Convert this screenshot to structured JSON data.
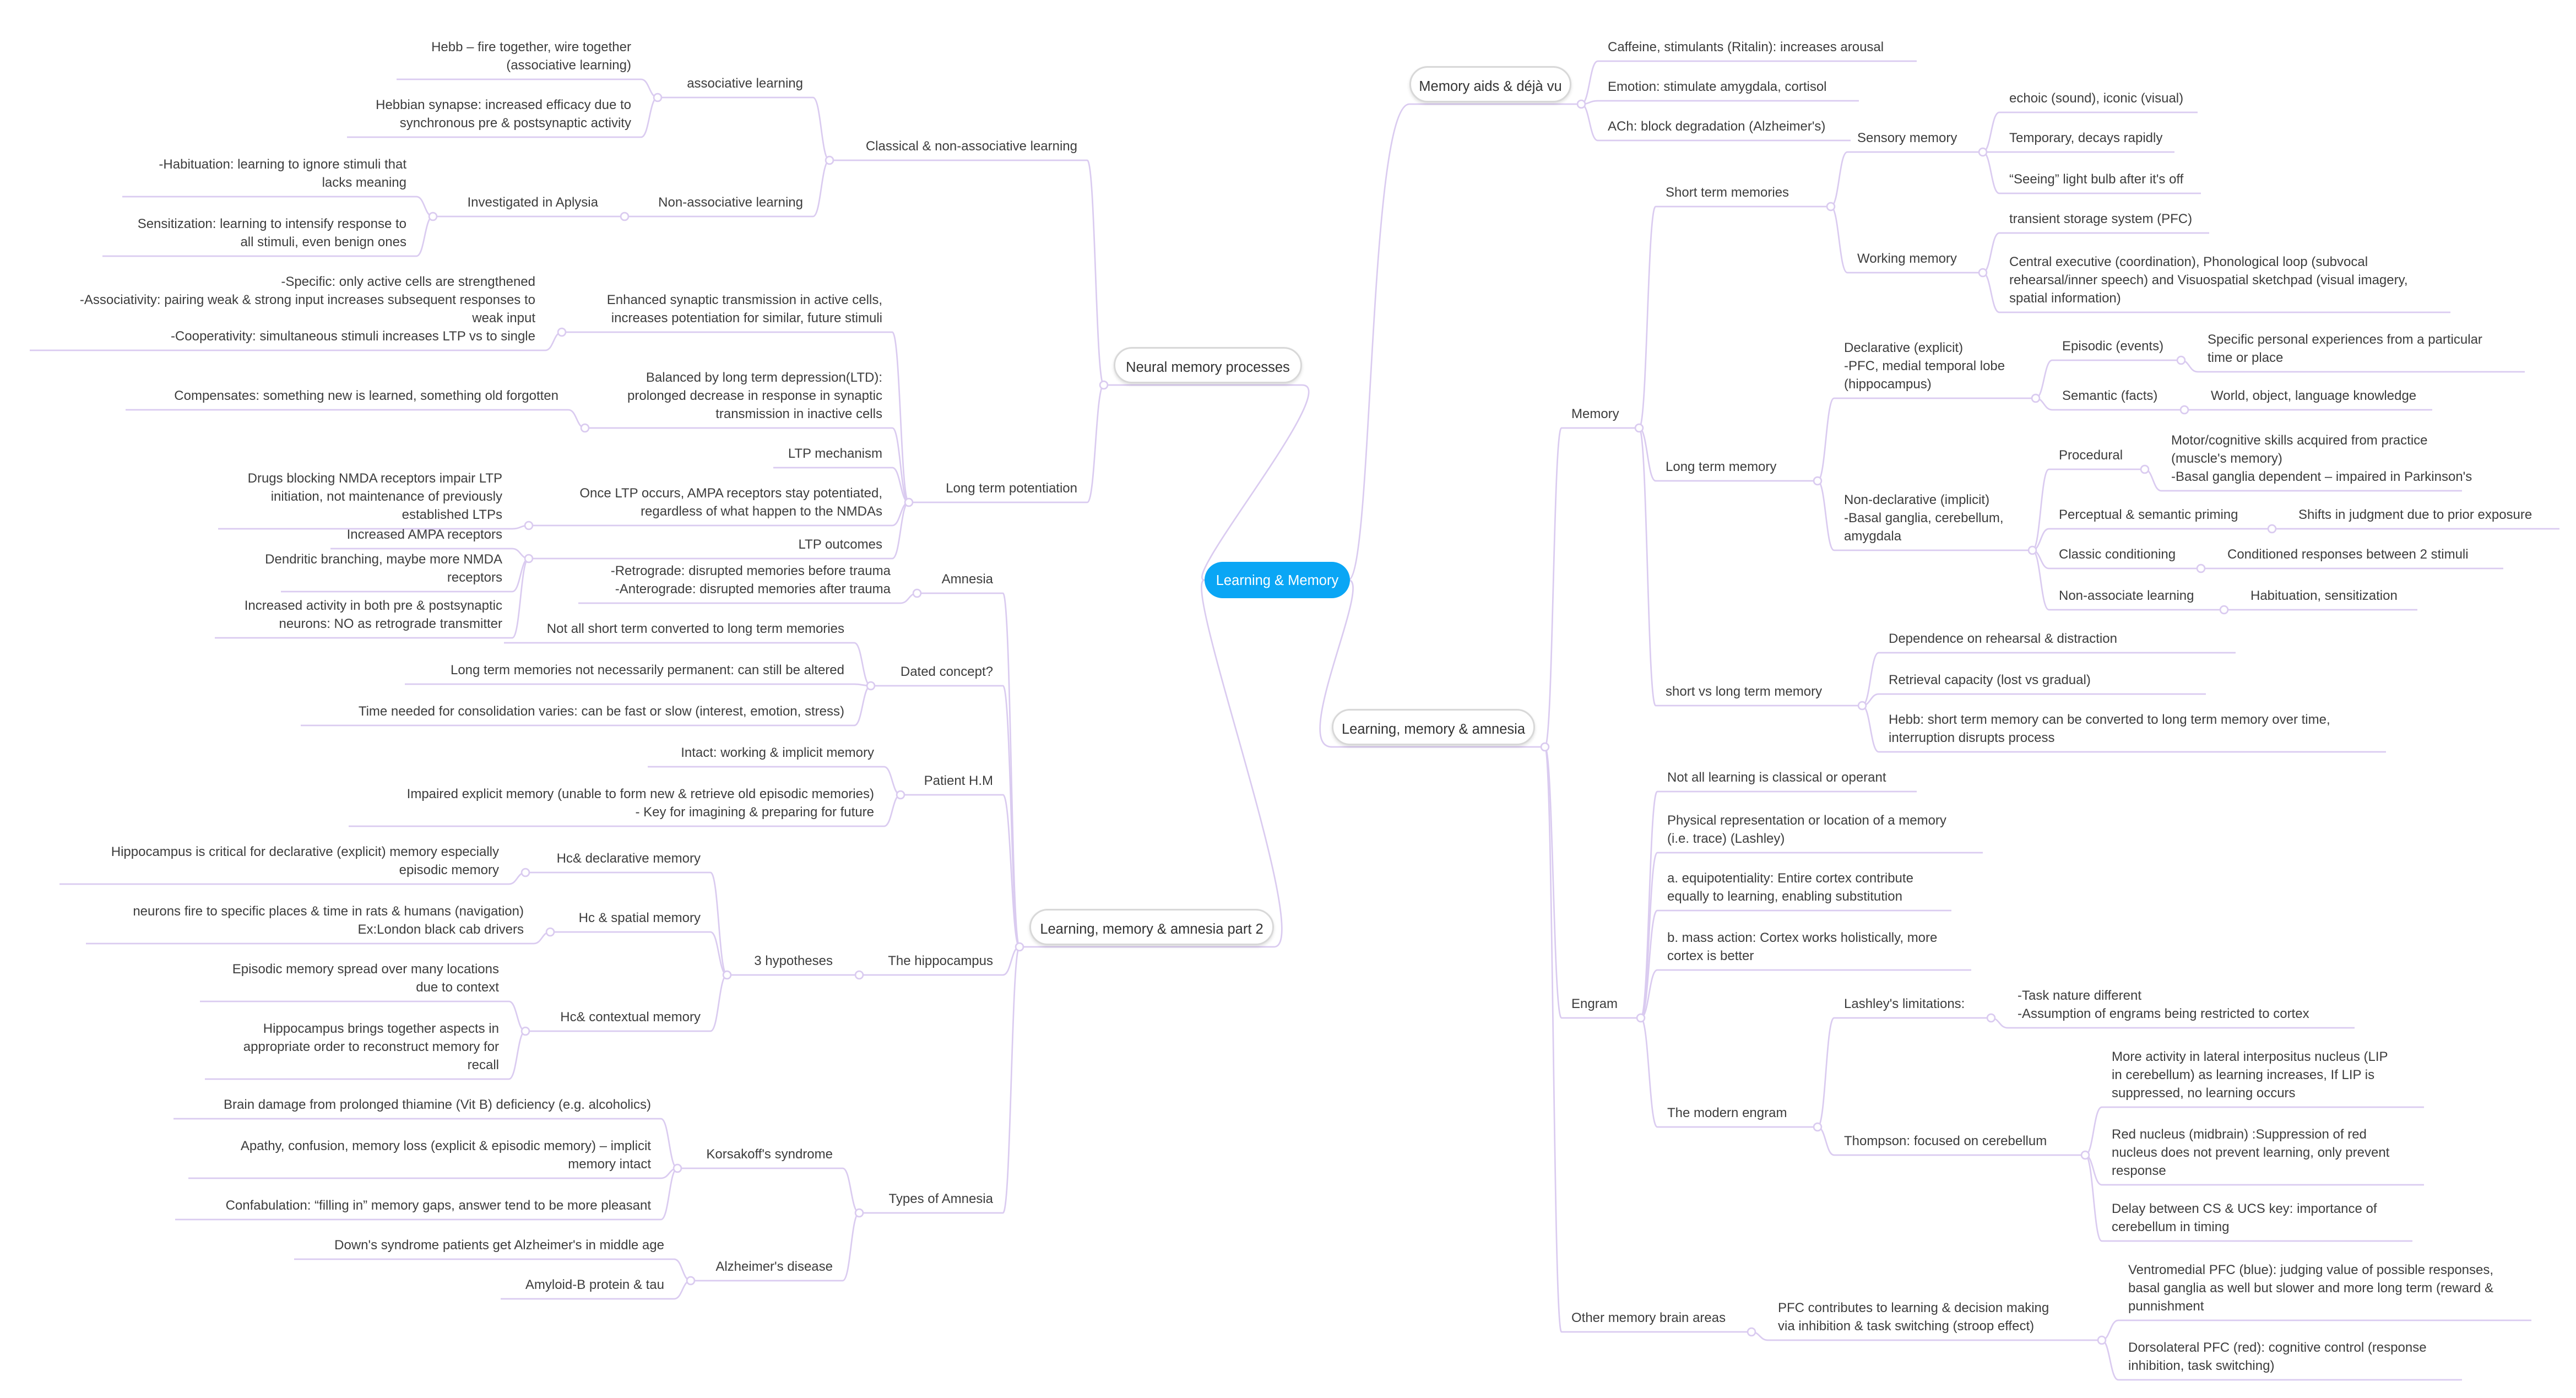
{
  "colors": {
    "center": "#0aa6f5",
    "line": "#dacbf0"
  },
  "map": {
    "center": "Learning & Memory",
    "branches": [
      {
        "label": "Memory aids & déjà vu",
        "children": [
          {
            "label": "Caffeine, stimulants (Ritalin): increases arousal"
          },
          {
            "label": "Emotion: stimulate amygdala, cortisol"
          },
          {
            "label": "ACh: block degradation (Alzheimer's)"
          }
        ]
      },
      {
        "label": "Learning, memory & amnesia",
        "children": [
          {
            "label": "Memory",
            "children": [
              {
                "label": "Short term memories",
                "children": [
                  {
                    "label": "Sensory memory",
                    "children": [
                      {
                        "label": "echoic (sound), iconic (visual)"
                      },
                      {
                        "label": "Temporary, decays rapidly"
                      },
                      {
                        "label": "“Seeing” light bulb after it's off"
                      }
                    ]
                  },
                  {
                    "label": "Working memory",
                    "children": [
                      {
                        "label": "transient storage system (PFC)"
                      },
                      {
                        "label": "Central executive (coordination), Phonological loop (subvocal\nrehearsal/inner speech) and Visuospatial sketchpad (visual imagery,\nspatial information)"
                      }
                    ]
                  }
                ]
              },
              {
                "label": "Long term memory",
                "children": [
                  {
                    "label": "Declarative (explicit)\n-PFC, medial temporal lobe\n(hippocampus)",
                    "children": [
                      {
                        "label": "Episodic (events)",
                        "children": [
                          {
                            "label": "Specific personal experiences from a particular\ntime or place"
                          }
                        ]
                      },
                      {
                        "label": "Semantic (facts)",
                        "children": [
                          {
                            "label": "World, object, language knowledge"
                          }
                        ]
                      }
                    ]
                  },
                  {
                    "label": "Non-declarative (implicit)\n-Basal ganglia, cerebellum,\namygdala",
                    "children": [
                      {
                        "label": "Procedural",
                        "children": [
                          {
                            "label": "Motor/cognitive skills acquired from practice\n(muscle's memory)\n-Basal ganglia dependent – impaired in Parkinson's"
                          }
                        ]
                      },
                      {
                        "label": "Perceptual & semantic priming",
                        "children": [
                          {
                            "label": "Shifts in judgment due to prior exposure"
                          }
                        ]
                      },
                      {
                        "label": "Classic conditioning",
                        "children": [
                          {
                            "label": "Conditioned responses between 2 stimuli"
                          }
                        ]
                      },
                      {
                        "label": "Non-associate learning",
                        "children": [
                          {
                            "label": "Habituation, sensitization"
                          }
                        ]
                      }
                    ]
                  }
                ]
              },
              {
                "label": "short vs long term memory",
                "children": [
                  {
                    "label": "Dependence on rehearsal & distraction"
                  },
                  {
                    "label": "Retrieval capacity (lost vs gradual)"
                  },
                  {
                    "label": "Hebb: short term memory can be converted to long term memory over time,\ninterruption disrupts process"
                  }
                ]
              }
            ]
          },
          {
            "label": "Engram",
            "children": [
              {
                "label": "Not all learning is classical or operant"
              },
              {
                "label": "Physical representation or location of a memory\n(i.e. trace) (Lashley)"
              },
              {
                "label": "a. equipotentiality: Entire cortex contribute\nequally to learning, enabling substitution"
              },
              {
                "label": "b. mass action: Cortex works holistically, more\ncortex is better"
              },
              {
                "label": "The modern engram",
                "children": [
                  {
                    "label": "Lashley's limitations:",
                    "children": [
                      {
                        "label": "-Task nature different\n-Assumption of engrams being restricted to cortex"
                      }
                    ]
                  },
                  {
                    "label": "Thompson: focused on cerebellum",
                    "children": [
                      {
                        "label": "More activity in lateral interpositus nucleus (LIP\nin cerebellum) as learning increases, If LIP is\nsuppressed, no learning occurs"
                      },
                      {
                        "label": "Red nucleus (midbrain) :Suppression of red\nnucleus does not prevent learning, only prevent\nresponse"
                      },
                      {
                        "label": "Delay between CS & UCS key: importance of\ncerebellum in timing"
                      }
                    ]
                  }
                ]
              }
            ]
          },
          {
            "label": "Other memory brain areas",
            "children": [
              {
                "label": "PFC contributes to learning & decision making\nvia inhibition & task switching (stroop effect)",
                "children": [
                  {
                    "label": "Ventromedial PFC (blue): judging value of possible responses,\nbasal ganglia as well but slower and more long term (reward &\npunnishment"
                  },
                  {
                    "label": "Dorsolateral PFC (red): cognitive control (response\ninhibition, task switching)"
                  }
                ]
              }
            ]
          }
        ]
      },
      {
        "label": "Neural memory processes",
        "children": [
          {
            "label": "Classical & non-associative learning",
            "children": [
              {
                "label": "associative learning",
                "children": [
                  {
                    "label": "Hebb – fire together, wire together\n(associative learning)"
                  },
                  {
                    "label": "Hebbian synapse: increased efficacy due to\nsynchronous pre & postsynaptic activity"
                  }
                ]
              },
              {
                "label": "Non-associative learning",
                "children": [
                  {
                    "label": "Investigated in Aplysia",
                    "children": [
                      {
                        "label": "-Habituation: learning to ignore stimuli that\nlacks meaning"
                      },
                      {
                        "label": "Sensitization: learning to intensify response to\nall stimuli, even benign ones"
                      }
                    ]
                  }
                ]
              }
            ]
          },
          {
            "label": "Long term potentiation",
            "children": [
              {
                "label": "Enhanced synaptic transmission in active cells,\nincreases potentiation for similar, future stimuli",
                "children": [
                  {
                    "label": "-Specific: only active cells are strengthened\n-Associativity: pairing weak & strong input increases subsequent responses to\nweak input\n-Cooperativity: simultaneous stimuli increases LTP vs to single"
                  }
                ]
              },
              {
                "label": "Balanced by long term depression(LTD):\nprolonged decrease in response in synaptic\ntransmission in inactive cells",
                "children": [
                  {
                    "label": "Compensates: something new is learned, something old forgotten"
                  }
                ]
              },
              {
                "label": "LTP mechanism"
              },
              {
                "label": "LTP outcomes",
                "children": [
                  {
                    "label": "Increased AMPA receptors"
                  },
                  {
                    "label": "Dendritic branching, maybe more NMDA\nreceptors"
                  },
                  {
                    "label": "Increased activity in both pre & postsynaptic\nneurons: NO as retrograde transmitter"
                  }
                ]
              },
              {
                "label": "Once LTP occurs, AMPA receptors stay potentiated,\nregardless of what happen to the NMDAs",
                "children": [
                  {
                    "label": "Drugs blocking NMDA receptors impair LTP\ninitiation, not maintenance of previously\nestablished LTPs"
                  }
                ]
              }
            ]
          }
        ]
      },
      {
        "label": "Learning, memory & amnesia part 2",
        "children": [
          {
            "label": "Amnesia",
            "children": [
              {
                "label": "-Retrograde: disrupted memories before trauma\n-Anterograde: disrupted memories after trauma"
              }
            ]
          },
          {
            "label": "Dated concept?",
            "children": [
              {
                "label": "Not all short term converted to long term memories"
              },
              {
                "label": "Long term memories not necessarily permanent: can still be altered"
              },
              {
                "label": "Time needed for consolidation varies: can be fast or slow (interest, emotion, stress)"
              }
            ]
          },
          {
            "label": "Patient H.M",
            "children": [
              {
                "label": "Intact: working & implicit memory"
              },
              {
                "label": "Impaired explicit memory (unable to form new & retrieve old episodic memories)\n- Key for imagining & preparing for future"
              }
            ]
          },
          {
            "label": "The hippocampus",
            "children": [
              {
                "label": "3 hypotheses",
                "children": [
                  {
                    "label": "Hc& declarative memory",
                    "children": [
                      {
                        "label": "Hippocampus is critical for declarative (explicit) memory especially\nepisodic memory"
                      }
                    ]
                  },
                  {
                    "label": "Hc & spatial memory",
                    "children": [
                      {
                        "label": "neurons fire to specific places & time in rats & humans (navigation)\nEx:London black cab drivers"
                      }
                    ]
                  },
                  {
                    "label": "Hc& contextual memory",
                    "children": [
                      {
                        "label": "Episodic memory spread over many locations\ndue to context"
                      },
                      {
                        "label": "Hippocampus brings together aspects in\nappropriate order to reconstruct memory for\nrecall"
                      }
                    ]
                  }
                ]
              }
            ]
          },
          {
            "label": "Types of Amnesia",
            "children": [
              {
                "label": "Korsakoff's syndrome",
                "children": [
                  {
                    "label": "Brain damage from prolonged thiamine (Vit B) deficiency (e.g. alcoholics)"
                  },
                  {
                    "label": "Apathy, confusion, memory loss (explicit & episodic memory) – implicit\nmemory intact"
                  },
                  {
                    "label": "Confabulation: “filling in” memory gaps, answer tend to be more pleasant"
                  }
                ]
              },
              {
                "label": "Alzheimer's disease",
                "children": [
                  {
                    "label": "Down's syndrome patients get Alzheimer's in middle age"
                  },
                  {
                    "label": "Amyloid-B protein & tau"
                  }
                ]
              }
            ]
          }
        ]
      }
    ]
  }
}
